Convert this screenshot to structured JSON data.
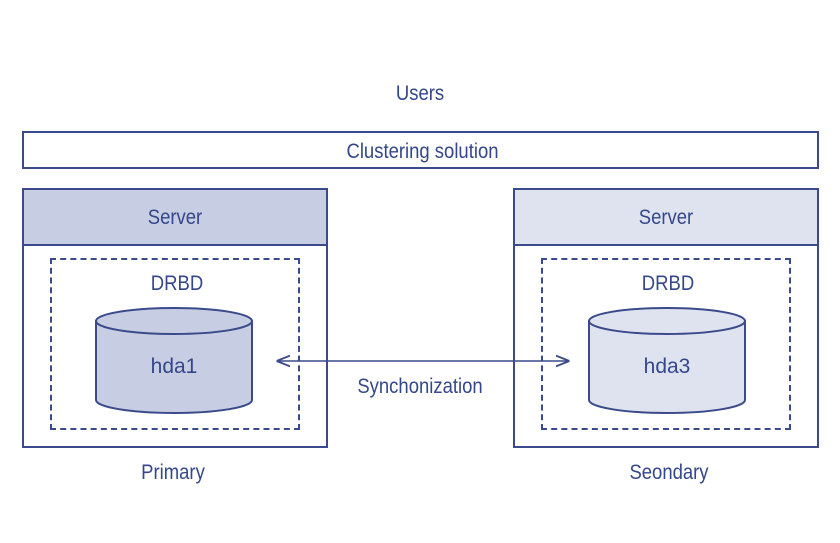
{
  "users_label": "Users",
  "cluster_label": "Clustering solution",
  "primary": {
    "server_label": "Server",
    "drbd_label": "DRBD",
    "disk_label": "hda1",
    "role_label": "Primary"
  },
  "secondary": {
    "server_label": "Server",
    "drbd_label": "DRBD",
    "disk_label": "hda3",
    "role_label": "Seondary"
  },
  "sync_label": "Synchonization",
  "colors": {
    "stroke": "#3a4a8a",
    "primary_fill": "#c7cde2",
    "secondary_fill": "#dfe3ef",
    "text": "#34478a"
  }
}
